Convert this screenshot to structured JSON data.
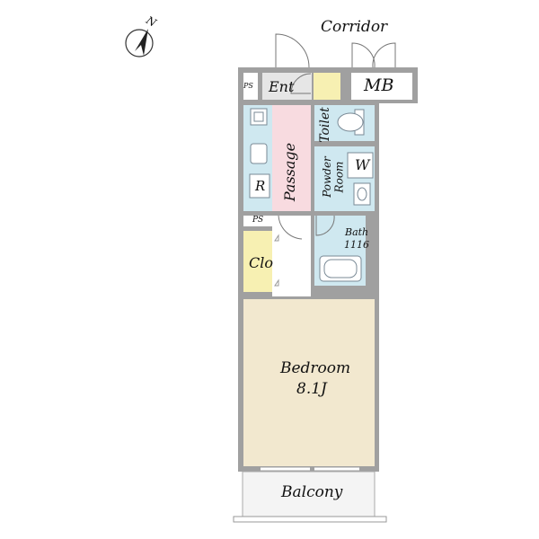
{
  "labels": {
    "corridor": "Corridor",
    "north": "N",
    "ps_top": "PS",
    "ps_mid": "PS",
    "entrance": "Ent",
    "mb": "MB",
    "toilet": "Toilet",
    "passage": "Passage",
    "powder_room_1": "Powder",
    "powder_room_2": "Room",
    "washer": "W",
    "refrigerator": "R",
    "bath": "Bath",
    "bath_size": "1116",
    "closet": "Clo",
    "bedroom": "Bedroom",
    "bedroom_size": "8.1J",
    "balcony": "Balcony"
  },
  "colors": {
    "wall": "#a0a0a0",
    "wet_area": "#cfe8f0",
    "passage": "#f8dbe0",
    "bedroom": "#f2e8cf",
    "closet": "#f7f0b2",
    "entrance": "#e6e6e6",
    "fixture_line": "#7a8a96"
  }
}
